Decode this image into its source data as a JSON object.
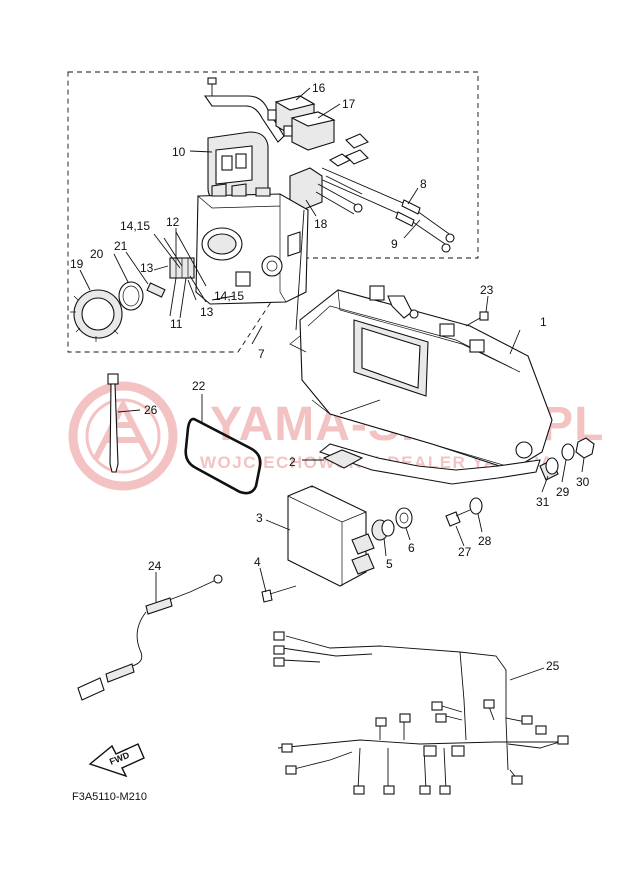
{
  "watermark": {
    "brand": "YAMA-SKLEP.PL",
    "subline": "WOJCIECHOWSKI | DEALER YAMAHA",
    "color": "#f2b8b8"
  },
  "callouts": {
    "c1": "1",
    "c2": "2",
    "c3": "3",
    "c4": "4",
    "c5": "5",
    "c6": "6",
    "c7": "7",
    "c8": "8",
    "c9": "9",
    "c10": "10",
    "c11": "11",
    "c12": "12",
    "c13a": "13",
    "c13b": "13",
    "c1415a": "14,15",
    "c1415b": "14,15",
    "c16": "16",
    "c17": "17",
    "c18": "18",
    "c19": "19",
    "c20": "20",
    "c21": "21",
    "c22": "22",
    "c23": "23",
    "c24": "24",
    "c25": "25",
    "c26": "26",
    "c27": "27",
    "c28": "28",
    "c29": "29",
    "c30": "30",
    "c31": "31"
  },
  "fwd_label": "FWD",
  "diagram_code": "F3A5110-M210"
}
